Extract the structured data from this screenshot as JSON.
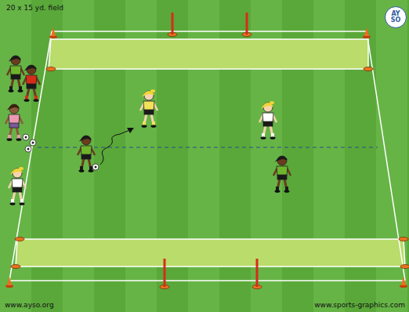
{
  "diagram": {
    "nodes": [
      {
        "text": [
          "AY SO"
        ]
      }
    ],
    "labels": [
      "20 x 15 yd. field",
      "www.ayso.org",
      "www.sports-graphics.com"
    ]
  }
}
